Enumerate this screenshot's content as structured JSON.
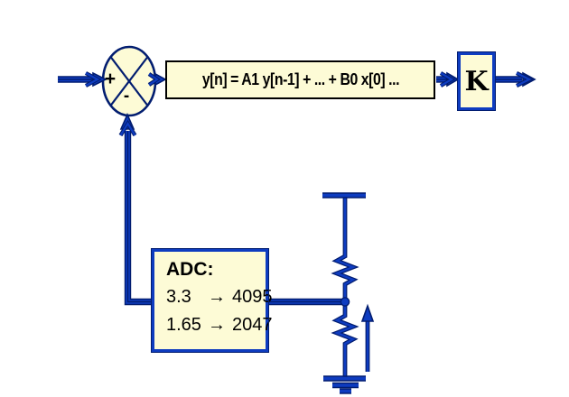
{
  "colors": {
    "wire_blue": "#0E3CC0",
    "wire_navy": "#021D70",
    "box_fill": "#FDFBD6",
    "border_black": "#000000",
    "text_black": "#000000",
    "background": "#FFFFFF"
  },
  "summing_junction": {
    "plus_label": "+",
    "minus_label": "-"
  },
  "filter_box": {
    "formula": "y[n] = A1 y[n-1] + ... + B0 x[0] ..."
  },
  "gain_box": {
    "label": "K"
  },
  "adc_box": {
    "title": "ADC:",
    "rows": [
      {
        "analog": "3.3",
        "arrow_icon": "→",
        "code": "4095"
      },
      {
        "analog": "1.65",
        "arrow_icon": "→",
        "code": "2047"
      }
    ]
  }
}
